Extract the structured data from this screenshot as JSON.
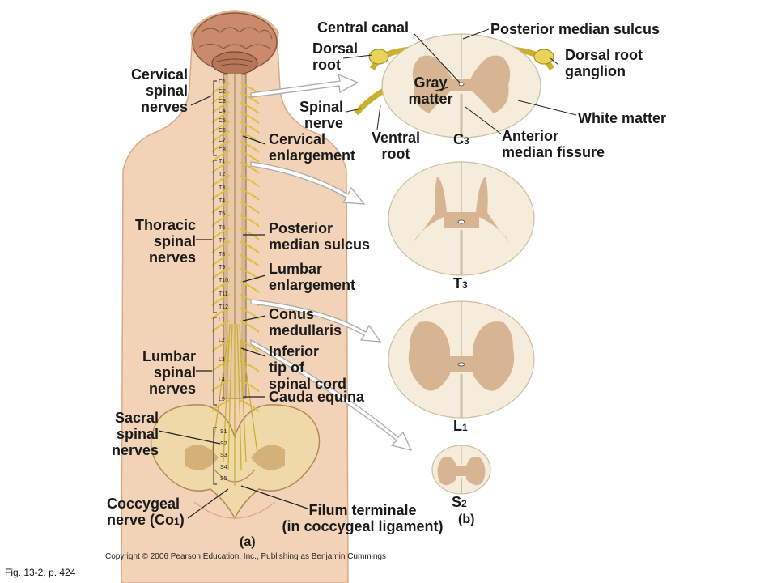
{
  "labels": {
    "cervical": "Cervical\nspinal\nnerves",
    "thoracic": "Thoracic\nspinal\nnerves",
    "lumbar": "Lumbar\nspinal\nnerves",
    "sacral": "Sacral\nspinal\nnerves",
    "coccygeal_main": "Coccygeal\nnerve (Co",
    "coccygeal_sub": "1",
    "coccygeal_close": ")",
    "cervical_enlargement": "Cervical\nenlargement",
    "posterior_median_sulcus_a": "Posterior\nmedian sulcus",
    "lumbar_enlargement": "Lumbar\nenlargement",
    "conus": "Conus\nmedullaris",
    "inferior_tip": "Inferior\ntip of\nspinal cord",
    "cauda": "Cauda equina",
    "filum": "Filum terminale\n(in coccygeal ligament)",
    "central_canal": "Central canal",
    "posterior_median_sulcus_b": "Posterior median sulcus",
    "dorsal_root": "Dorsal\nroot",
    "dorsal_root_ganglion": "Dorsal root\nganglion",
    "gray_matter": "Gray\nmatter",
    "spinal_nerve": "Spinal\nnerve",
    "white_matter": "White matter",
    "ventral_root": "Ventral\nroot",
    "anterior_median_fissure": "Anterior\nmedian fissure",
    "panel_a": "(a)",
    "panel_b": "(b)",
    "copyright": "Copyright © 2006 Pearson Education, Inc., Publishing as Benjamin Cummings",
    "fig_ref": "Fig. 13-2, p. 424"
  },
  "sections": {
    "c3": {
      "letter": "C",
      "sub": "3"
    },
    "t3": {
      "letter": "T",
      "sub": "3"
    },
    "l1": {
      "letter": "L",
      "sub": "1"
    },
    "s2": {
      "letter": "S",
      "sub": "2"
    }
  },
  "segments": {
    "cervical": [
      "C1",
      "C2",
      "C3",
      "C4",
      "C5",
      "C6",
      "C7",
      "C8"
    ],
    "thoracic": [
      "T1",
      "T2",
      "T3",
      "T4",
      "T5",
      "T6",
      "T7",
      "T8",
      "T9",
      "T10",
      "T11",
      "T12"
    ],
    "lumbar": [
      "L1",
      "L2",
      "L3",
      "L4",
      "L5"
    ],
    "sacral": [
      "S1",
      "S2",
      "S3",
      "S4",
      "S5"
    ]
  },
  "colors": {
    "skin": "#f2d3b8",
    "skin_shadow": "#e3b592",
    "brain": "#c98b6b",
    "cord": "#e8c9a8",
    "nerve": "#d8c23a",
    "bone": "#f0d9a8",
    "bone_shadow": "#d4b277",
    "section_white": "#f5ecdc",
    "section_gray": "#d8b592",
    "ganglion": "#e8d25a",
    "arrow": "#ffffff",
    "arrow_stroke": "#aaaaaa"
  }
}
